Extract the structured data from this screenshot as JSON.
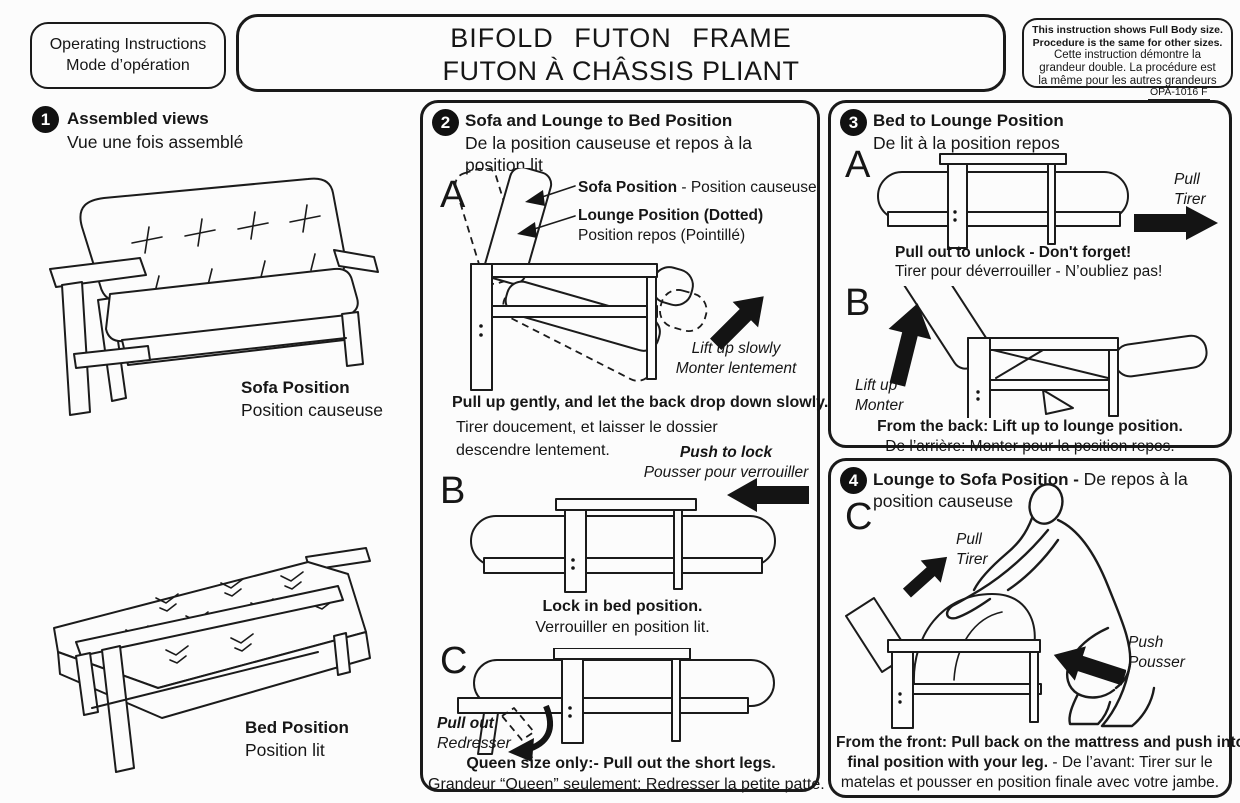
{
  "header": {
    "left_box": {
      "line1": "Operating Instructions",
      "line2": "Mode d’opération"
    },
    "title_box": {
      "line1": "BIFOLD  FUTON  FRAME",
      "line2": "FUTON À CHÂSSIS PLIANT"
    },
    "note_box": {
      "en1": "This  instruction shows Full Body size.",
      "en2": "Procedure is the same for other sizes.",
      "fr1": "Cette instruction démontre la",
      "fr2": "grandeur double. La procédure est",
      "fr3": "la même pour les autres grandeurs"
    },
    "part_number": "OPA-1016 F"
  },
  "section1": {
    "number": "1",
    "title_en": "Assembled views",
    "title_fr": "Vue une fois assemblé",
    "sofa_caption_en": "Sofa Position",
    "sofa_caption_fr": "Position causeuse",
    "bed_caption_en": "Bed Position",
    "bed_caption_fr": "Position lit"
  },
  "section2": {
    "number": "2",
    "title_en": "Sofa and Lounge to Bed Position",
    "title_fr1": "De la position causeuse et repos à la",
    "title_fr2": "position lit",
    "step_a": {
      "letter": "A",
      "callout1_en": "Sofa Position",
      "callout1_fr": " - Position causeuse",
      "callout2_en": "Lounge Position (Dotted)",
      "callout2_fr": "Position repos (Pointillé)",
      "arrow_label_en": "Lift up slowly",
      "arrow_label_fr": "Monter lentement",
      "caption_en": "Pull up gently, and let the back drop down slowly.",
      "caption_fr1": "Tirer doucement, et laisser le dossier",
      "caption_fr2": "descendre lentement."
    },
    "step_b": {
      "letter": "B",
      "arrow_label_en": "Push to lock",
      "arrow_label_fr": "Pousser pour verrouiller",
      "caption_en": "Lock in bed position.",
      "caption_fr": "Verrouiller en position lit."
    },
    "step_c": {
      "letter": "C",
      "arrow_label_en": "Pull out",
      "arrow_label_fr": "Redresser",
      "caption_en": "Queen size only:- Pull out the short legs.",
      "caption_fr": "Grandeur “Queen” seulement: Redresser la petite patte."
    }
  },
  "section3": {
    "number": "3",
    "title_en": "Bed to Lounge Position",
    "title_fr": "De lit à la position repos",
    "step_a": {
      "letter": "A",
      "arrow_label_en": "Pull",
      "arrow_label_fr": "Tirer",
      "caption_en": "Pull out to unlock - Don't forget!",
      "caption_fr": "Tirer pour déverrouiller - N’oubliez pas!"
    },
    "step_b": {
      "letter": "B",
      "arrow_label_en": "Lift up",
      "arrow_label_fr": "Monter",
      "caption_en": "From the back: Lift up to lounge position.",
      "caption_fr": "De l’arrière: Monter pour la position repos."
    }
  },
  "section4": {
    "number": "4",
    "title_en": "Lounge to Sofa Position - ",
    "title_fr1": "De repos à la",
    "title_fr2": "position causeuse",
    "step_c": {
      "letter": "C",
      "pull_en": "Pull",
      "pull_fr": "Tirer",
      "push_en": "Push",
      "push_fr": "Pousser",
      "caption_l1": "From the front: Pull back on the mattress and push into",
      "caption_l2_bold": "final position with your leg.",
      "caption_l2_rest": " - De l’avant: Tirer sur le",
      "caption_l3": "matelas et pousser en position finale avec votre jambe."
    }
  }
}
